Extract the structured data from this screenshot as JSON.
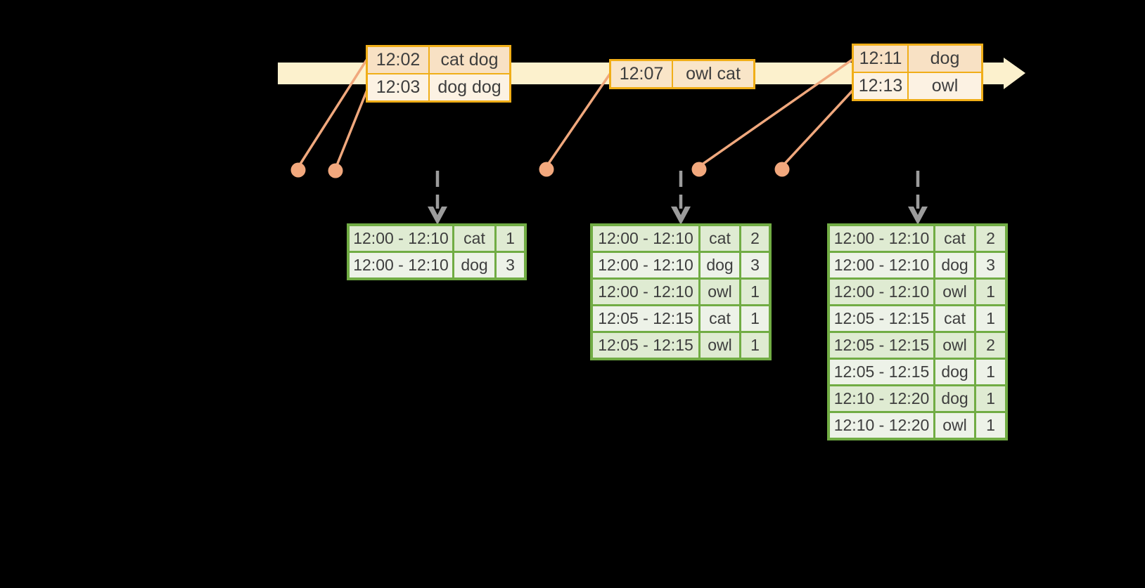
{
  "colors": {
    "background": "#000000",
    "timeline_band": "#FCF1CD",
    "event_table_border": "#F0AE18",
    "event_row_peach": "#F8E1C4",
    "event_row_cream": "#FCF2E3",
    "connector_salmon": "#F0A87D",
    "result_table_border": "#71AC44",
    "result_row_green": "#DFEBD2",
    "result_row_white": "#EDF2E8",
    "trigger_arrow_gray": "#9C9C9C",
    "table_text": "#3E3E3E"
  },
  "graphics": {
    "timeline_arrowhead": "right-arrow",
    "trigger_arrowhead": "down-chevron",
    "event_dot": "filled-circle"
  },
  "event_tables": [
    {
      "rows": [
        {
          "time": "12:02",
          "words": "cat dog"
        },
        {
          "time": "12:03",
          "words": "dog dog"
        }
      ]
    },
    {
      "rows": [
        {
          "time": "12:07",
          "words": "owl cat"
        }
      ]
    },
    {
      "rows": [
        {
          "time": "12:11",
          "words": "dog"
        },
        {
          "time": "12:13",
          "words": "owl"
        }
      ]
    }
  ],
  "result_tables": [
    {
      "rows": [
        {
          "window": "12:00 - 12:10",
          "word": "cat",
          "count": "1"
        },
        {
          "window": "12:00 - 12:10",
          "word": "dog",
          "count": "3"
        }
      ]
    },
    {
      "rows": [
        {
          "window": "12:00 - 12:10",
          "word": "cat",
          "count": "2"
        },
        {
          "window": "12:00 - 12:10",
          "word": "dog",
          "count": "3"
        },
        {
          "window": "12:00 - 12:10",
          "word": "owl",
          "count": "1"
        },
        {
          "window": "12:05 - 12:15",
          "word": "cat",
          "count": "1"
        },
        {
          "window": "12:05 - 12:15",
          "word": "owl",
          "count": "1"
        }
      ]
    },
    {
      "rows": [
        {
          "window": "12:00 - 12:10",
          "word": "cat",
          "count": "2"
        },
        {
          "window": "12:00 - 12:10",
          "word": "dog",
          "count": "3"
        },
        {
          "window": "12:00 - 12:10",
          "word": "owl",
          "count": "1"
        },
        {
          "window": "12:05 - 12:15",
          "word": "cat",
          "count": "1"
        },
        {
          "window": "12:05 - 12:15",
          "word": "owl",
          "count": "2"
        },
        {
          "window": "12:05 - 12:15",
          "word": "dog",
          "count": "1"
        },
        {
          "window": "12:10 - 12:20",
          "word": "dog",
          "count": "1"
        },
        {
          "window": "12:10 - 12:20",
          "word": "owl",
          "count": "1"
        }
      ]
    }
  ]
}
